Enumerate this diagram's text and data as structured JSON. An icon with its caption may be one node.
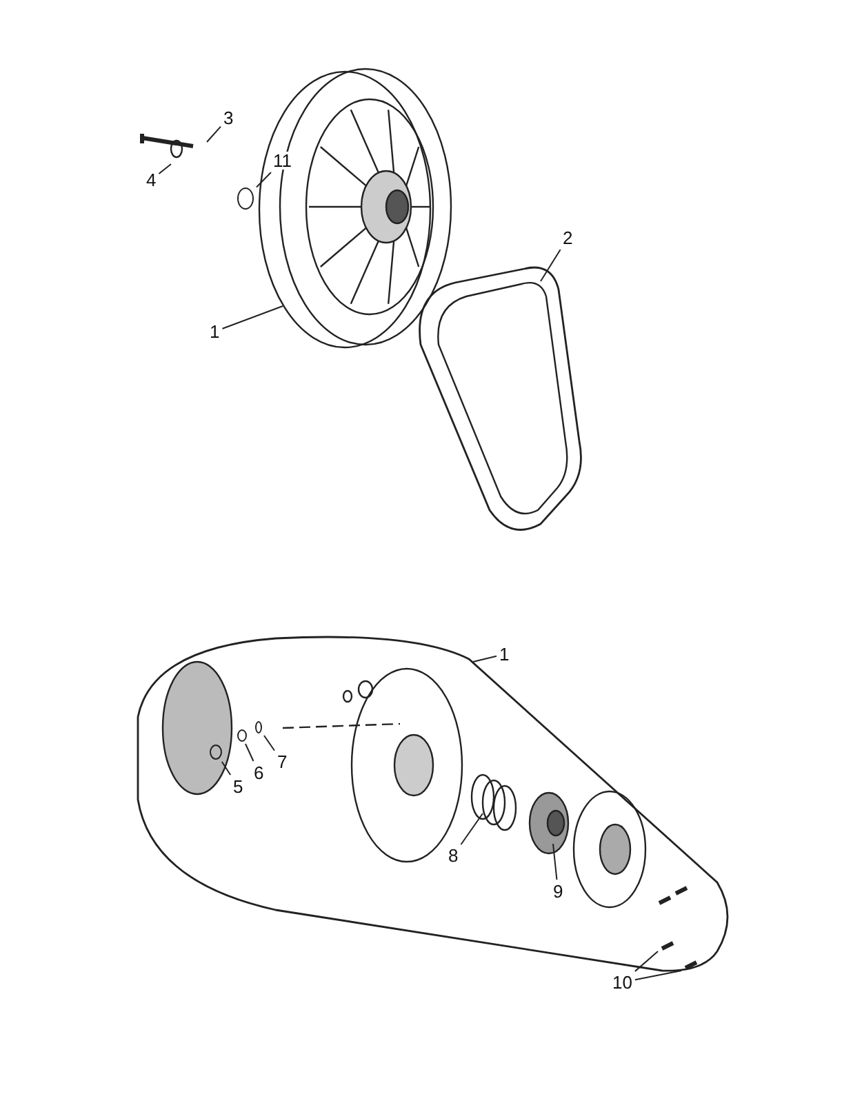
{
  "diagram": {
    "nodes": [
      {
        "text": [
          "3"
        ]
      },
      {
        "text": [
          "4"
        ]
      },
      {
        "text": [
          "11"
        ]
      },
      {
        "text": [
          "1"
        ]
      },
      {
        "text": [
          "2"
        ]
      },
      {
        "text": [
          "1"
        ]
      },
      {
        "text": [
          "5"
        ]
      },
      {
        "text": [
          "6"
        ]
      },
      {
        "text": [
          "7"
        ]
      },
      {
        "text": [
          "8"
        ]
      },
      {
        "text": [
          "9"
        ]
      },
      {
        "text": [
          "10"
        ]
      },
      {
        "text": [],
        "shape": "circle"
      },
      {
        "text": [],
        "shape": "circle"
      },
      {
        "text": [],
        "shape": "circle"
      },
      {
        "text": [],
        "shape": "circle"
      }
    ],
    "edges": [
      {
        "from": 0,
        "to": null,
        "arrow": "none"
      },
      {
        "from": 1,
        "to": null,
        "arrow": "none"
      },
      {
        "from": 2,
        "to": 12,
        "arrow": "none"
      },
      {
        "from": 3,
        "to": null,
        "arrow": "none"
      },
      {
        "from": 4,
        "to": null,
        "arrow": "none"
      },
      {
        "from": 5,
        "to": null,
        "arrow": "none"
      },
      {
        "from": 6,
        "to": 13,
        "arrow": "none"
      },
      {
        "from": 7,
        "to": 14,
        "arrow": "none"
      },
      {
        "from": 8,
        "to": 15,
        "arrow": "none"
      },
      {
        "from": 9,
        "to": null,
        "arrow": "none"
      },
      {
        "from": 10,
        "to": null,
        "arrow": "none"
      },
      {
        "from": 11,
        "to": null,
        "arrow": "none"
      },
      {
        "from": 11,
        "to": null,
        "arrow": "none"
      }
    ]
  }
}
